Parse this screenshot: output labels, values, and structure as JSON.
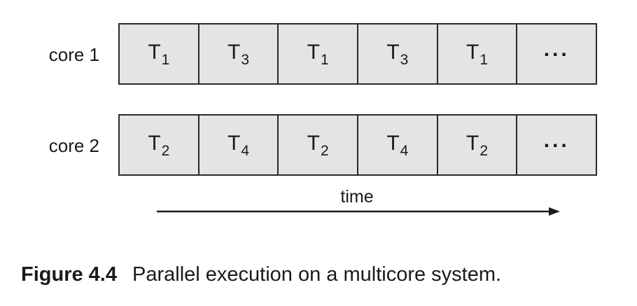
{
  "rows": [
    {
      "label": "core 1",
      "cells": [
        {
          "base": "T",
          "sub": "1"
        },
        {
          "base": "T",
          "sub": "3"
        },
        {
          "base": "T",
          "sub": "1"
        },
        {
          "base": "T",
          "sub": "3"
        },
        {
          "base": "T",
          "sub": "1"
        },
        {
          "base": "...",
          "sub": ""
        }
      ]
    },
    {
      "label": "core 2",
      "cells": [
        {
          "base": "T",
          "sub": "2"
        },
        {
          "base": "T",
          "sub": "4"
        },
        {
          "base": "T",
          "sub": "2"
        },
        {
          "base": "T",
          "sub": "4"
        },
        {
          "base": "T",
          "sub": "2"
        },
        {
          "base": "...",
          "sub": ""
        }
      ]
    }
  ],
  "time_label": "time",
  "caption": {
    "number": "Figure 4.4",
    "text": "Parallel execution on a multicore system."
  }
}
